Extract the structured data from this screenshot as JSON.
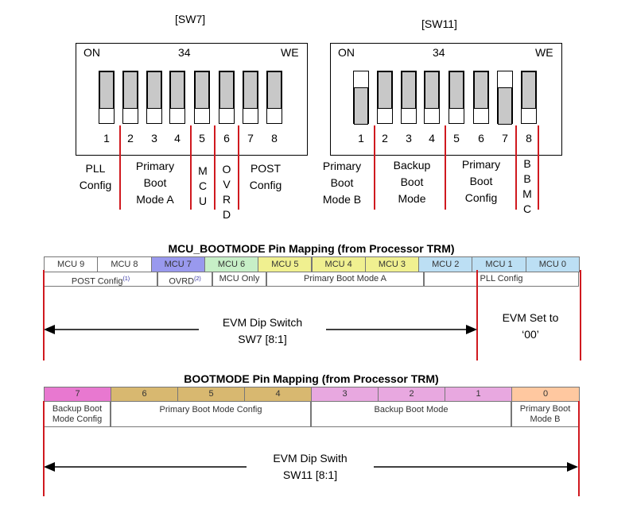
{
  "sw7": {
    "title": "[SW7]",
    "hdr_left": "ON",
    "hdr_mid": "34",
    "hdr_right": "WE",
    "switches": [
      {
        "num": "1",
        "up": true
      },
      {
        "num": "2",
        "up": true
      },
      {
        "num": "3",
        "up": true
      },
      {
        "num": "4",
        "up": true
      },
      {
        "num": "5",
        "up": true
      },
      {
        "num": "6",
        "up": true
      },
      {
        "num": "7",
        "up": true
      },
      {
        "num": "8",
        "up": true
      }
    ],
    "labels": {
      "pll": "PLL\nConfig",
      "primary_a": "Primary\nBoot\nMode A",
      "mcu": "M\nC\nU",
      "ovrd": "O\nV\nR\nD",
      "post": "POST\nConfig"
    }
  },
  "sw11": {
    "title": "[SW11]",
    "hdr_left": "ON",
    "hdr_mid": "34",
    "hdr_right": "WE",
    "switches": [
      {
        "num": "1",
        "up": false
      },
      {
        "num": "2",
        "up": true
      },
      {
        "num": "3",
        "up": true
      },
      {
        "num": "4",
        "up": true
      },
      {
        "num": "5",
        "up": true
      },
      {
        "num": "6",
        "up": true
      },
      {
        "num": "7",
        "up": false
      },
      {
        "num": "8",
        "up": true
      }
    ],
    "labels": {
      "primary_b": "Primary\nBoot\nMode B",
      "backup": "Backup\nBoot\nMode",
      "primary_cfg": "Primary\nBoot\nConfig",
      "bbmc": "B\nB\nM\nC"
    }
  },
  "mcu_table": {
    "title": "MCU_BOOTMODE Pin Mapping (from Processor TRM)",
    "pins": [
      "MCU 9",
      "MCU 8",
      "MCU 7",
      "MCU 6",
      "MCU 5",
      "MCU 4",
      "MCU 3",
      "MCU 2",
      "MCU 1",
      "MCU 0"
    ],
    "pin_colors": [
      "#ffffff",
      "#ffffff",
      "#9999ee",
      "#c7efc7",
      "#f0f090",
      "#f0f090",
      "#f0f090",
      "#bcdff4",
      "#bcdff4",
      "#bcdff4"
    ],
    "groups": [
      "POST Config",
      "OVRD",
      "MCU Only",
      "Primary Boot Mode A",
      "PLL Config"
    ],
    "footnotes": [
      "(1)",
      "(2)"
    ]
  },
  "mcu_arrows": {
    "left_text": "EVM Dip Switch\nSW7 [8:1]",
    "right_text": "EVM Set to\n‘00’"
  },
  "boot_table": {
    "title": "BOOTMODE Pin Mapping (from Processor TRM)",
    "pins": [
      "7",
      "6",
      "5",
      "4",
      "3",
      "2",
      "1",
      "0"
    ],
    "pin_colors": [
      "#e878d0",
      "#d8b870",
      "#d8b870",
      "#d8b870",
      "#e8a8e0",
      "#e8a8e0",
      "#e8a8e0",
      "#ffc8a0"
    ],
    "groups": [
      "Backup Boot\nMode Config",
      "Primary Boot Mode Config",
      "Backup Boot Mode",
      "Primary Boot\nMode B"
    ]
  },
  "boot_arrows": {
    "text": "EVM Dip Swith\nSW11 [8:1]"
  },
  "colors": {
    "red_line": "#d0191f",
    "knob": "#c8c8c8"
  }
}
